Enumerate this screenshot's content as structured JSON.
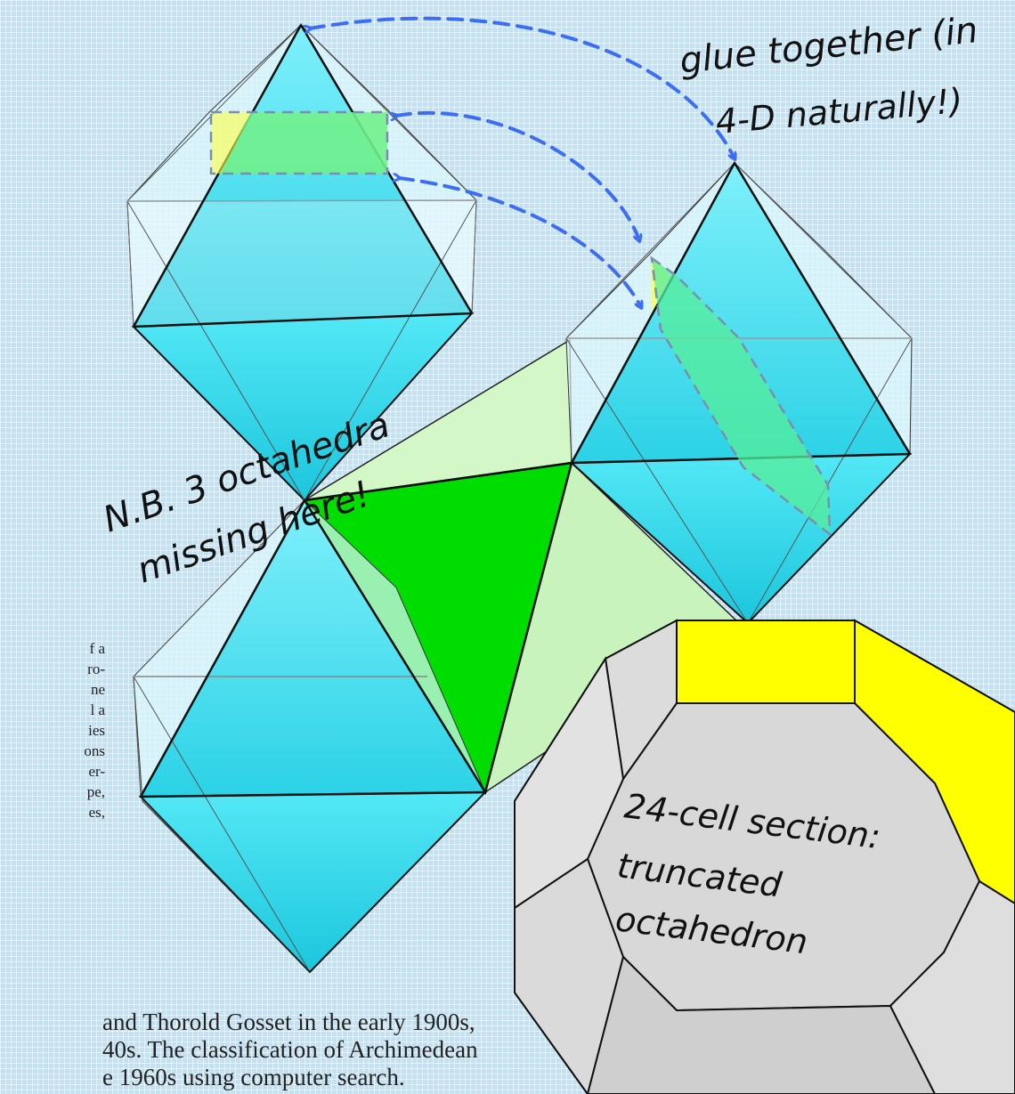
{
  "annotations": {
    "glue_line1": "glue together (in",
    "glue_line2": "4-D naturally!)",
    "nb_line1": "N.B. 3 octahedra",
    "nb_line2": "missing here!",
    "section_line1": "24-cell section:",
    "section_line2": "truncated",
    "section_line3": "octahedron"
  },
  "background_text": {
    "side_lines": [
      "f a",
      "ro-",
      "ne",
      "l a",
      "ies",
      "ons",
      "er-",
      "pe,",
      "es,"
    ],
    "bottom_lines": [
      "and Thorold Gosset in the early 1900s,",
      "40s.  The classification of Archimedean",
      "e 1960s using computer search."
    ]
  },
  "colors": {
    "octahedron_cyan": "#3fdff0",
    "octahedron_light": "#d6f6fb",
    "tetra_green": "#00dd00",
    "tetra_pale": "#d2f8c8",
    "truncated_gray": "#d3d3d3",
    "truncated_yellow": "#ffff00",
    "arrow_blue": "#3d6df0"
  },
  "icons": {
    "arrow": "dashed-double-arrow-icon"
  }
}
